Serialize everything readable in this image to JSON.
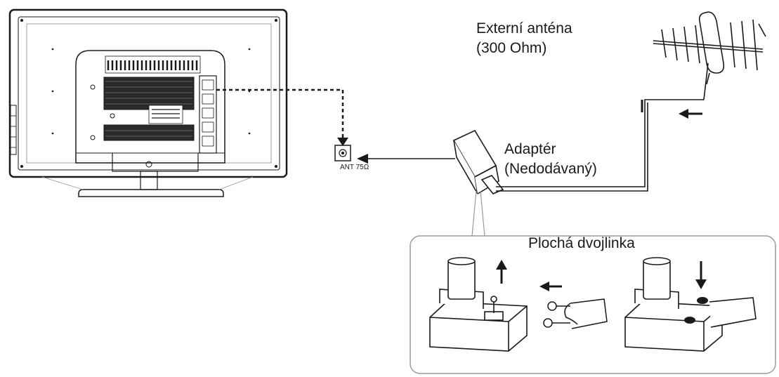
{
  "labels": {
    "antenna_line1": "Externí anténa",
    "antenna_line2": "(300 Ohm)",
    "adapter_line1": "Adaptér",
    "adapter_line2": "(Nedodávaný)",
    "port": "ANT 75Ω",
    "inset_title": "Plochá dvojlinka"
  },
  "colors": {
    "line": "#1a1a1a",
    "panel_border": "#9a9a9a",
    "grille": "#2a2a2a"
  },
  "icons": [
    "tv-back-icon",
    "antenna-icon",
    "adapter-icon",
    "ant-port-icon",
    "arrow-icon"
  ]
}
